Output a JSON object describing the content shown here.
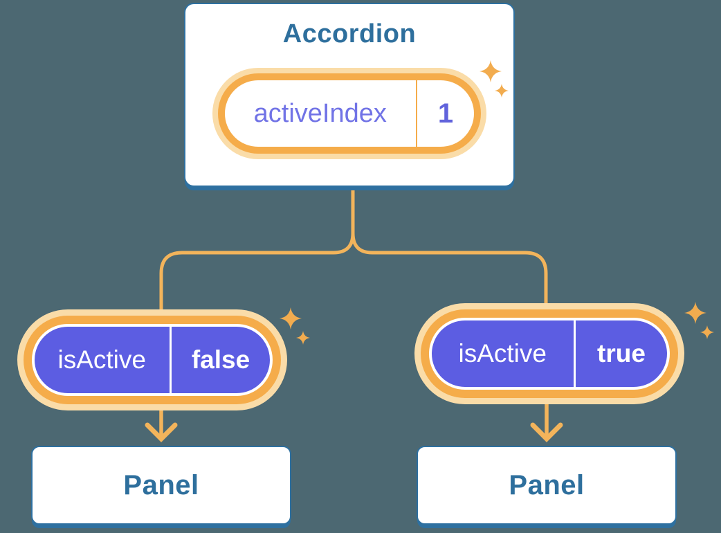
{
  "canvas": {
    "background_color": "#4C6872"
  },
  "accordion_card": {
    "title": "Accordion",
    "state_pill": {
      "name": "activeIndex",
      "value": "1"
    }
  },
  "prop_pills": [
    {
      "name": "isActive",
      "value": "false"
    },
    {
      "name": "isActive",
      "value": "true"
    }
  ],
  "panels": [
    {
      "title": "Panel"
    },
    {
      "title": "Panel"
    }
  ],
  "icons": {
    "sparkle": "four-point-sparkle",
    "arrow": "arrow-down"
  },
  "colors": {
    "background": "#4C6872",
    "card_background": "#FFFFFF",
    "card_border": "#2E70A0",
    "heading_text": "#2E6F9D",
    "connector_orange": "#F3B45B",
    "pill_ring_orange": "#F5AC4A",
    "pill_glow": "#FADCA8",
    "prop_pill_purple": "#5C5DE2",
    "state_name_text": "#7173E6",
    "state_value_text": "#6163DC",
    "prop_text": "#FFFFFF",
    "sparkle": "#F2AC4F"
  }
}
